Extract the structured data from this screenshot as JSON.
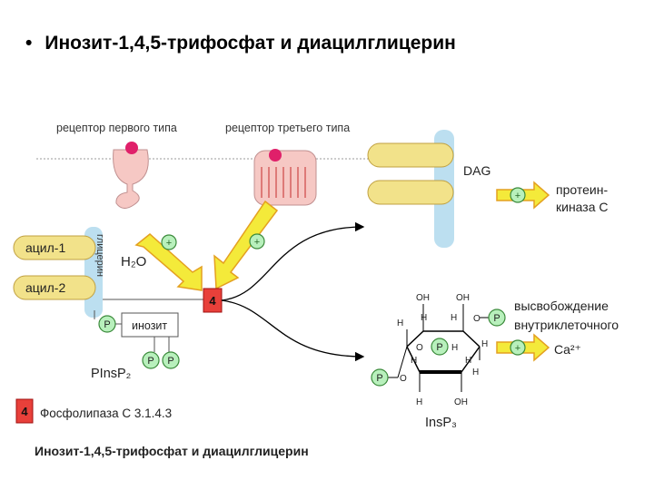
{
  "slide": {
    "bullet": "•",
    "title": "Инозит-1,4,5-трифосфат и диацилглицерин"
  },
  "diagram": {
    "receptor1_label": "рецептор первого типа",
    "receptor3_label": "рецептор третьего типа",
    "acyl1": "ацил-1",
    "acyl2": "ацил-2",
    "glycerol": "глицерин",
    "water": "H₂O",
    "enzyme_number": "4",
    "p_label": "P",
    "inositol": "инозит",
    "pinsp2": "PInsP₂",
    "dag": "DAG",
    "plus": "+",
    "pk_line1": "протеин-",
    "pk_line2": "киназа С",
    "release_line1": "высвобождение",
    "release_line2": "внутриклеточного",
    "release_line3": "Ca²⁺",
    "oh": "OH",
    "h": "H",
    "o": "O",
    "insp3": "InsP₃",
    "legend_label": "Фосфолипаза С 3.1.4.3",
    "caption": "Инозит-1,4,5-трифосфат и диацилглицерин"
  },
  "colors": {
    "blue_membrane": "#bcdff0",
    "yellow": "#f2e28a",
    "yellow_arrow": "#f4ea3a",
    "arrow_edge": "#e4a020",
    "enzyme_red": "#e8403a",
    "green_circle": "#b8f0bc",
    "pink_receptor": "#f6c8c4",
    "red_ligand": "#e0206a"
  }
}
